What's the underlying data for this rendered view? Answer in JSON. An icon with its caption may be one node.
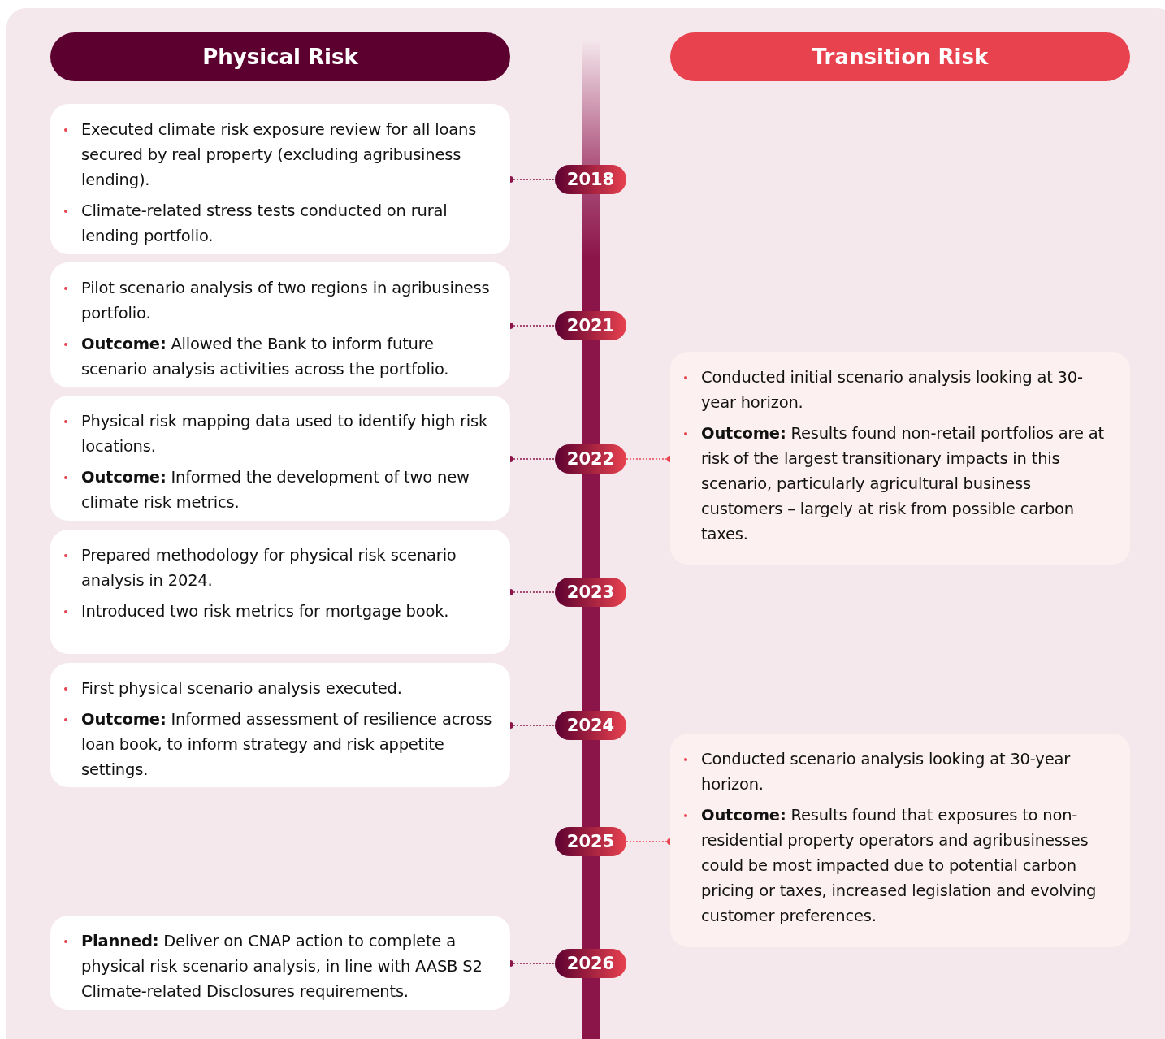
{
  "diagram": {
    "nodes": [
      {
        "text": [
          "Physical Risk"
        ]
      },
      {
        "text": [
          "Transition Risk"
        ]
      },
      {
        "text": [
          "Executed climate risk exposure review for all loans secured by real property (excluding agribusiness lending).",
          "Climate-related stress tests conducted on rural lending portfolio."
        ]
      },
      {
        "text": [
          "2018"
        ]
      },
      {
        "text": [
          "Pilot scenario analysis of two regions in agribusiness portfolio.",
          "**Outcome:** Allowed the Bank to inform future scenario analysis activities across the portfolio."
        ]
      },
      {
        "text": [
          "2021"
        ]
      },
      {
        "text": [
          "Physical risk mapping data used to identify high risk locations.",
          "**Outcome:** Informed the development of two new climate risk metrics."
        ]
      },
      {
        "text": [
          "2022"
        ]
      },
      {
        "text": [
          "Conducted initial scenario analysis looking at 30-year horizon.",
          "**Outcome:** Results found non-retail portfolios are at risk of the largest transitionary impacts in this scenario, particularly agricultural business customers – largely at risk from possible carbon taxes."
        ]
      },
      {
        "text": [
          "Prepared methodology for physical risk scenario analysis in 2024.",
          "Introduced two risk metrics for mortgage book."
        ]
      },
      {
        "text": [
          "2023"
        ]
      },
      {
        "text": [
          "First physical scenario analysis executed.",
          "**Outcome:** Informed assessment of resilience across loan book, to inform strategy and risk appetite settings."
        ]
      },
      {
        "text": [
          "2024"
        ]
      },
      {
        "text": [
          "2025"
        ]
      },
      {
        "text": [
          "Conducted scenario analysis looking at 30-year horizon.",
          "**Outcome:** Results found that exposures to non-residential property operators and agribusinesses could be most impacted due to potential carbon pricing or taxes, increased legislation and evolving customer preferences."
        ]
      },
      {
        "text": [
          "**Planned:** Deliver on CNAP action to complete a physical risk scenario analysis, in line with AASB S2 Climate-related Disclosures requirements."
        ]
      },
      {
        "text": [
          "2026"
        ]
      }
    ],
    "edges": [
      {
        "from": 2,
        "to": 3,
        "arrow": "other",
        "style": "dashed"
      },
      {
        "from": 4,
        "to": 5,
        "arrow": "other",
        "style": "dashed"
      },
      {
        "from": 6,
        "to": 7,
        "arrow": "other",
        "style": "dashed"
      },
      {
        "from": 8,
        "to": 7,
        "arrow": "other",
        "style": "dashed",
        "color": "#e8424f"
      },
      {
        "from": 9,
        "to": 10,
        "arrow": "other",
        "style": "dashed"
      },
      {
        "from": 11,
        "to": 12,
        "arrow": "other",
        "style": "dashed"
      },
      {
        "from": 14,
        "to": 13,
        "arrow": "other",
        "style": "dashed",
        "color": "#e8424f"
      },
      {
        "from": 15,
        "to": 16,
        "arrow": "other",
        "style": "dashed"
      }
    ]
  }
}
